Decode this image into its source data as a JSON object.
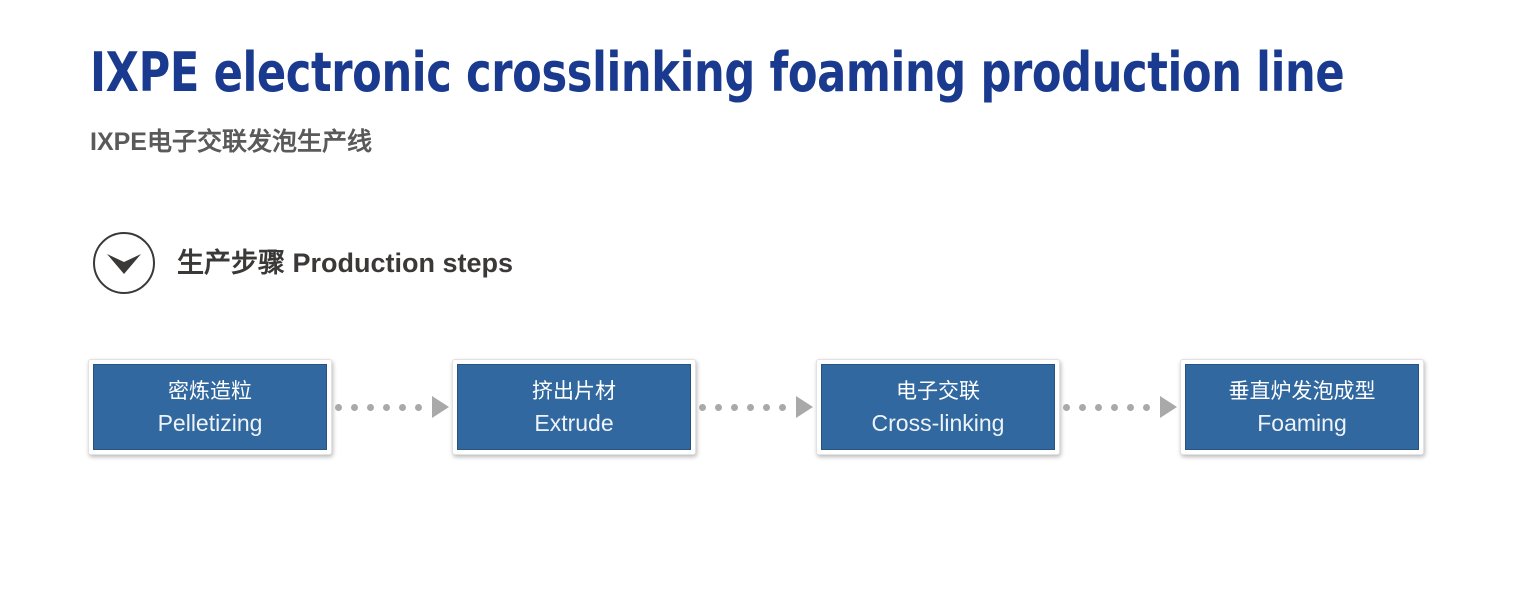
{
  "header": {
    "title": "IXPE electronic crosslinking foaming production line",
    "subtitle": "IXPE电子交联发泡生产线",
    "title_color": "#1a3a8f",
    "subtitle_color": "#5a5a5a"
  },
  "section": {
    "icon": "chevron-down-icon",
    "label": "生产步骤 Production steps",
    "label_color": "#3b3838"
  },
  "flow": {
    "box_fill_color": "#31689f",
    "box_border_color": "#27537f",
    "connector_color": "#a9a9a9",
    "connector_dots": 6,
    "steps": [
      {
        "cn": "密炼造粒",
        "en": "Pelletizing"
      },
      {
        "cn": "挤出片材",
        "en": "Extrude"
      },
      {
        "cn": "电子交联",
        "en": "Cross-linking"
      },
      {
        "cn": "垂直炉发泡成型",
        "en": "Foaming"
      }
    ]
  }
}
